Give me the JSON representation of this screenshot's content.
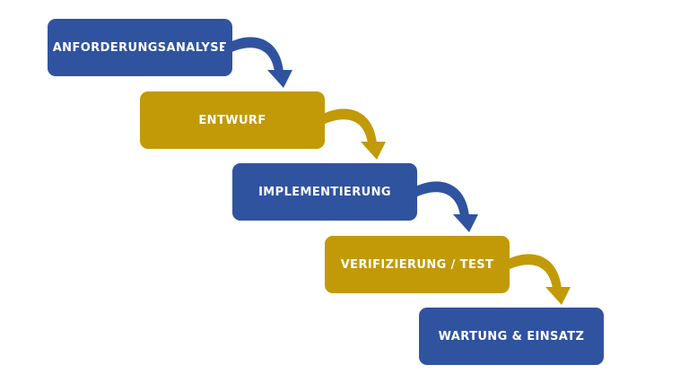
{
  "colors": {
    "blue": "#3053a0",
    "gold": "#c29a07",
    "background": "#ffffff"
  },
  "stages": [
    {
      "label": "ANFORDERUNGSANALYSE",
      "color": "blue"
    },
    {
      "label": "ENTWURF",
      "color": "gold"
    },
    {
      "label": "IMPLEMENTIERUNG",
      "color": "blue"
    },
    {
      "label": "VERIFIZIERUNG / TEST",
      "color": "gold"
    },
    {
      "label": "WARTUNG & EINSATZ",
      "color": "blue"
    }
  ],
  "connectors": [
    {
      "icon": "curved-arrow-icon",
      "color": "blue"
    },
    {
      "icon": "curved-arrow-icon",
      "color": "gold"
    },
    {
      "icon": "curved-arrow-icon",
      "color": "blue"
    },
    {
      "icon": "curved-arrow-icon",
      "color": "gold"
    }
  ]
}
